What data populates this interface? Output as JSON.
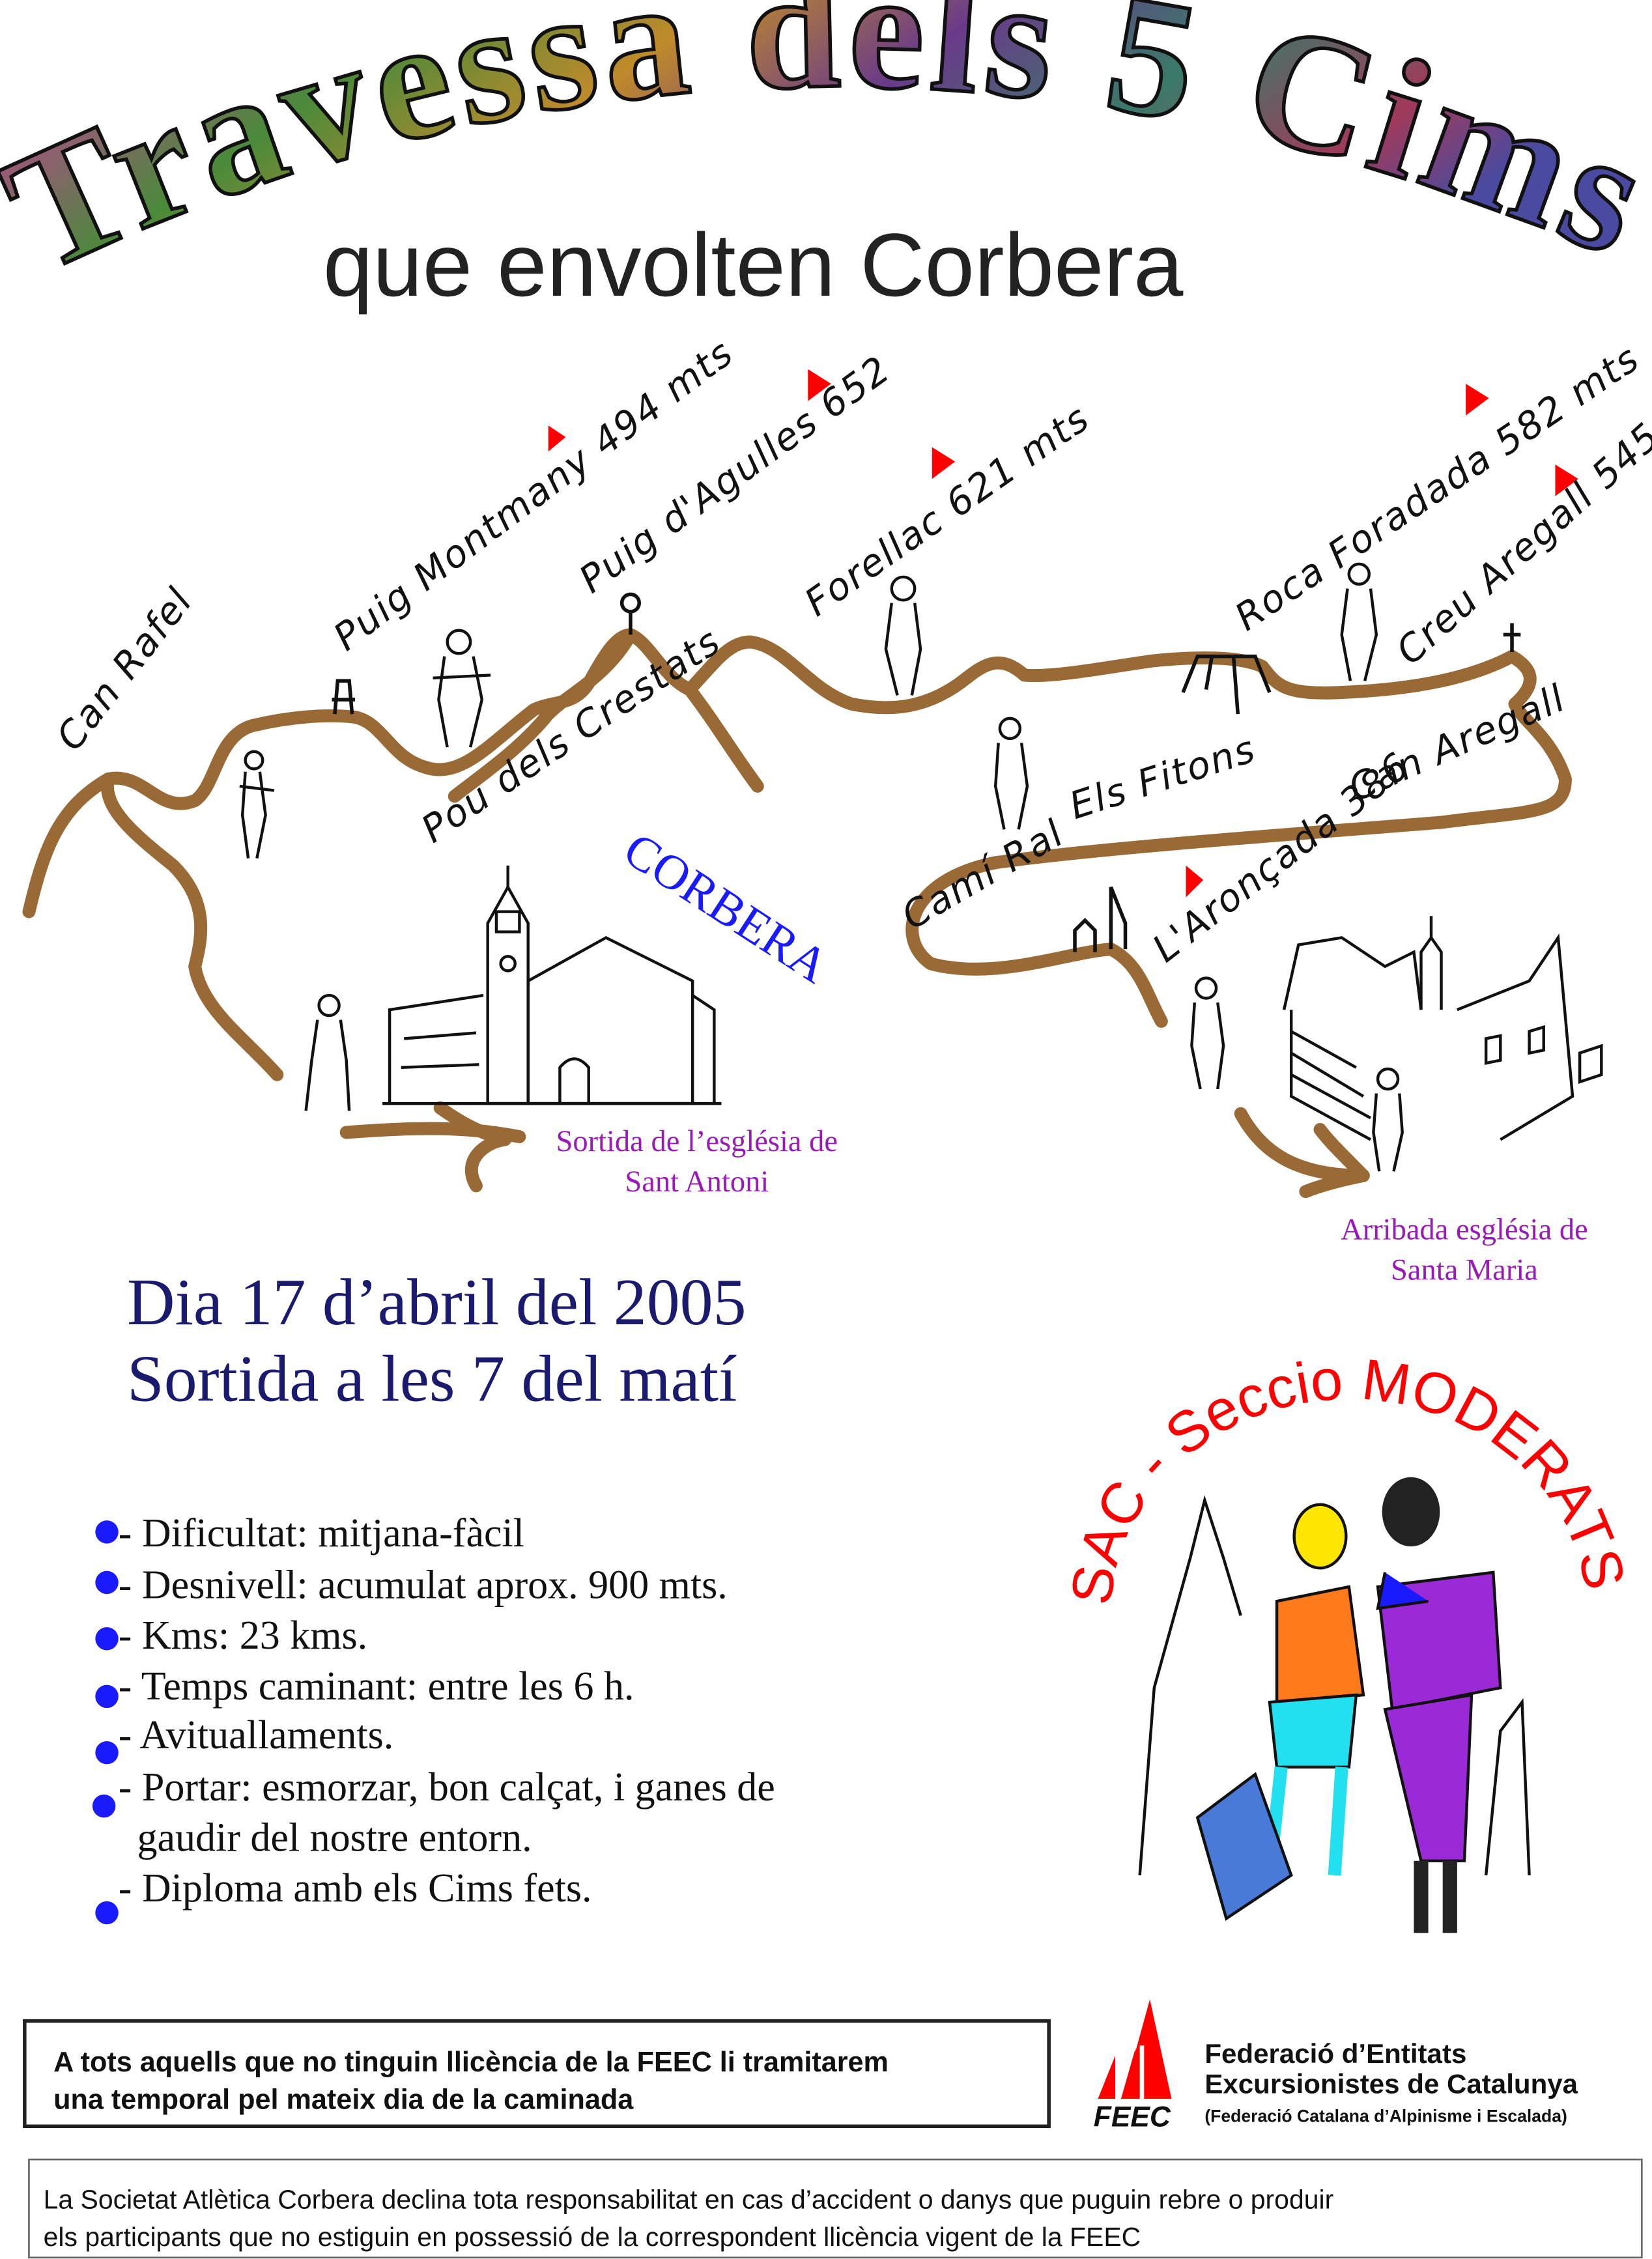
{
  "title": {
    "main": "Travessa dels 5 Cims",
    "subtitle": "que envolten Corbera"
  },
  "map": {
    "town": "CORBERA",
    "places": {
      "can_rafel": "Can Rafel",
      "puig_montmany": "Puig Montmany 494 mts",
      "puig_agulles": "Puig d'Agulles 652",
      "forellac": "Forellac 621 mts",
      "roca_foradada": "Roca Foradada 582 mts",
      "creu_aregall": "Creu Aregall 545",
      "pou_crestats": "Pou dels Crestats",
      "els_fitons": "Els Fitons",
      "can_aregall": "Can Aregall",
      "cami_ral": "Camí Ral",
      "aroncada": "L'Aronçada 386"
    },
    "start": [
      "Sortida de l’església de",
      "Sant Antoni"
    ],
    "finish": [
      "Arribada església de",
      "Santa Maria"
    ],
    "route_color": "#9a6a36",
    "summit_flag_color": "#ff0000"
  },
  "event": {
    "date": "Dia 17 d’abril del 2005",
    "time": "Sortida a les 7 del matí"
  },
  "details": [
    "- Dificultat: mitjana-fàcil",
    "- Desnivell: acumulat aprox. 900 mts.",
    "- Kms: 23 kms.",
    "- Temps caminant: entre les 6 h.",
    "- Avituallaments.",
    "- Portar: esmorzar, bon calçat, i ganes de",
    "gaudir del nostre entorn.",
    "- Diploma amb els Cims fets."
  ],
  "club_logo": {
    "text": "SAC - Seccio MODERATS",
    "color": "#ff0000"
  },
  "license_notice": [
    "A tots aquells que no tinguin llicència de la FEEC li tramitarem",
    "una temporal pel mateix dia de la caminada"
  ],
  "feec": {
    "acronym": "FEEC",
    "name_line1": "Federació d’Entitats",
    "name_line2": "Excursionistes de Catalunya",
    "subtitle": "(Federació Catalana d’Alpinisme i Escalada)",
    "color": "#ff0000"
  },
  "disclaimer": [
    "La Societat Atlètica Corbera declina tota responsabilitat en cas d’accident o danys que puguin rebre o produir",
    "els participants que no estiguin en possessió de la correspondent llicència vigent de la FEEC"
  ]
}
